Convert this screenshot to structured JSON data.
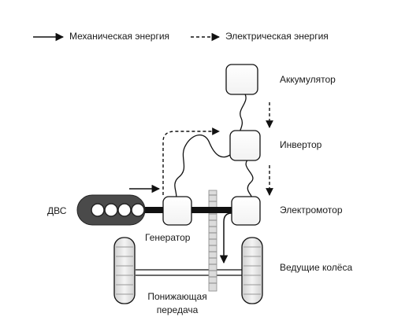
{
  "legend": {
    "mechanical": "Механическая энергия",
    "electrical": "Электрическая энергия"
  },
  "components": {
    "battery": "Аккумулятор",
    "inverter": "Инвертор",
    "engine": "ДВС",
    "motor": "Электромотор",
    "generator": "Генератор",
    "wheels": "Ведущие колёса",
    "reduction_gear": [
      "Понижающая",
      "передача"
    ]
  }
}
